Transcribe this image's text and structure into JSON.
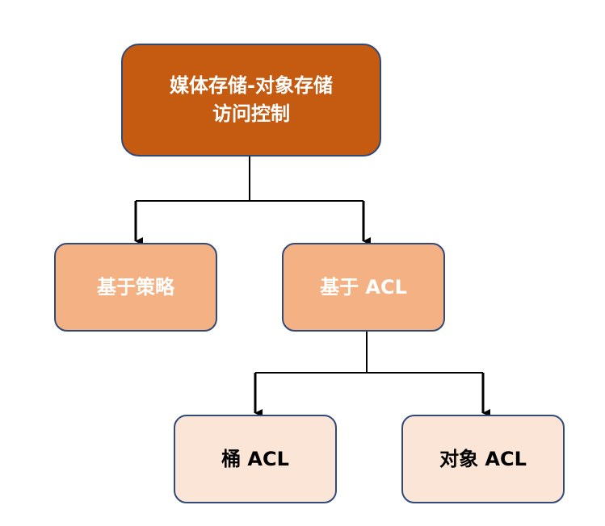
{
  "diagram": {
    "root": {
      "label": "媒体存储-对象存储\n访问控制"
    },
    "children": [
      {
        "label": "基于策略"
      },
      {
        "label": "基于 ACL"
      }
    ],
    "grandchildren": [
      {
        "label": "桶 ACL"
      },
      {
        "label": "对象 ACL"
      }
    ]
  },
  "colors": {
    "root_fill": "#c55a11",
    "level2_fill": "#f4b183",
    "level3_fill": "#fbe5d6",
    "border": "#2f4a7a",
    "connector": "#000000"
  }
}
